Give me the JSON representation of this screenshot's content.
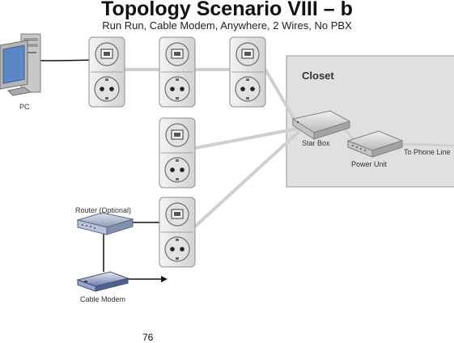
{
  "title": "Topology Scenario VIII – b",
  "subtitle": "Run Run, Cable Modem, Anywhere, 2 Wires, No PBX",
  "closet": {
    "title": "Closet",
    "star_box_label": "Star Box",
    "power_unit_label": "Power Unit",
    "phone_line_label": "To Phone Line"
  },
  "devices": {
    "pc_label": "PC",
    "router_label": "Router (Optional)",
    "modem_label": "Cable Modem"
  },
  "page_number": "76"
}
